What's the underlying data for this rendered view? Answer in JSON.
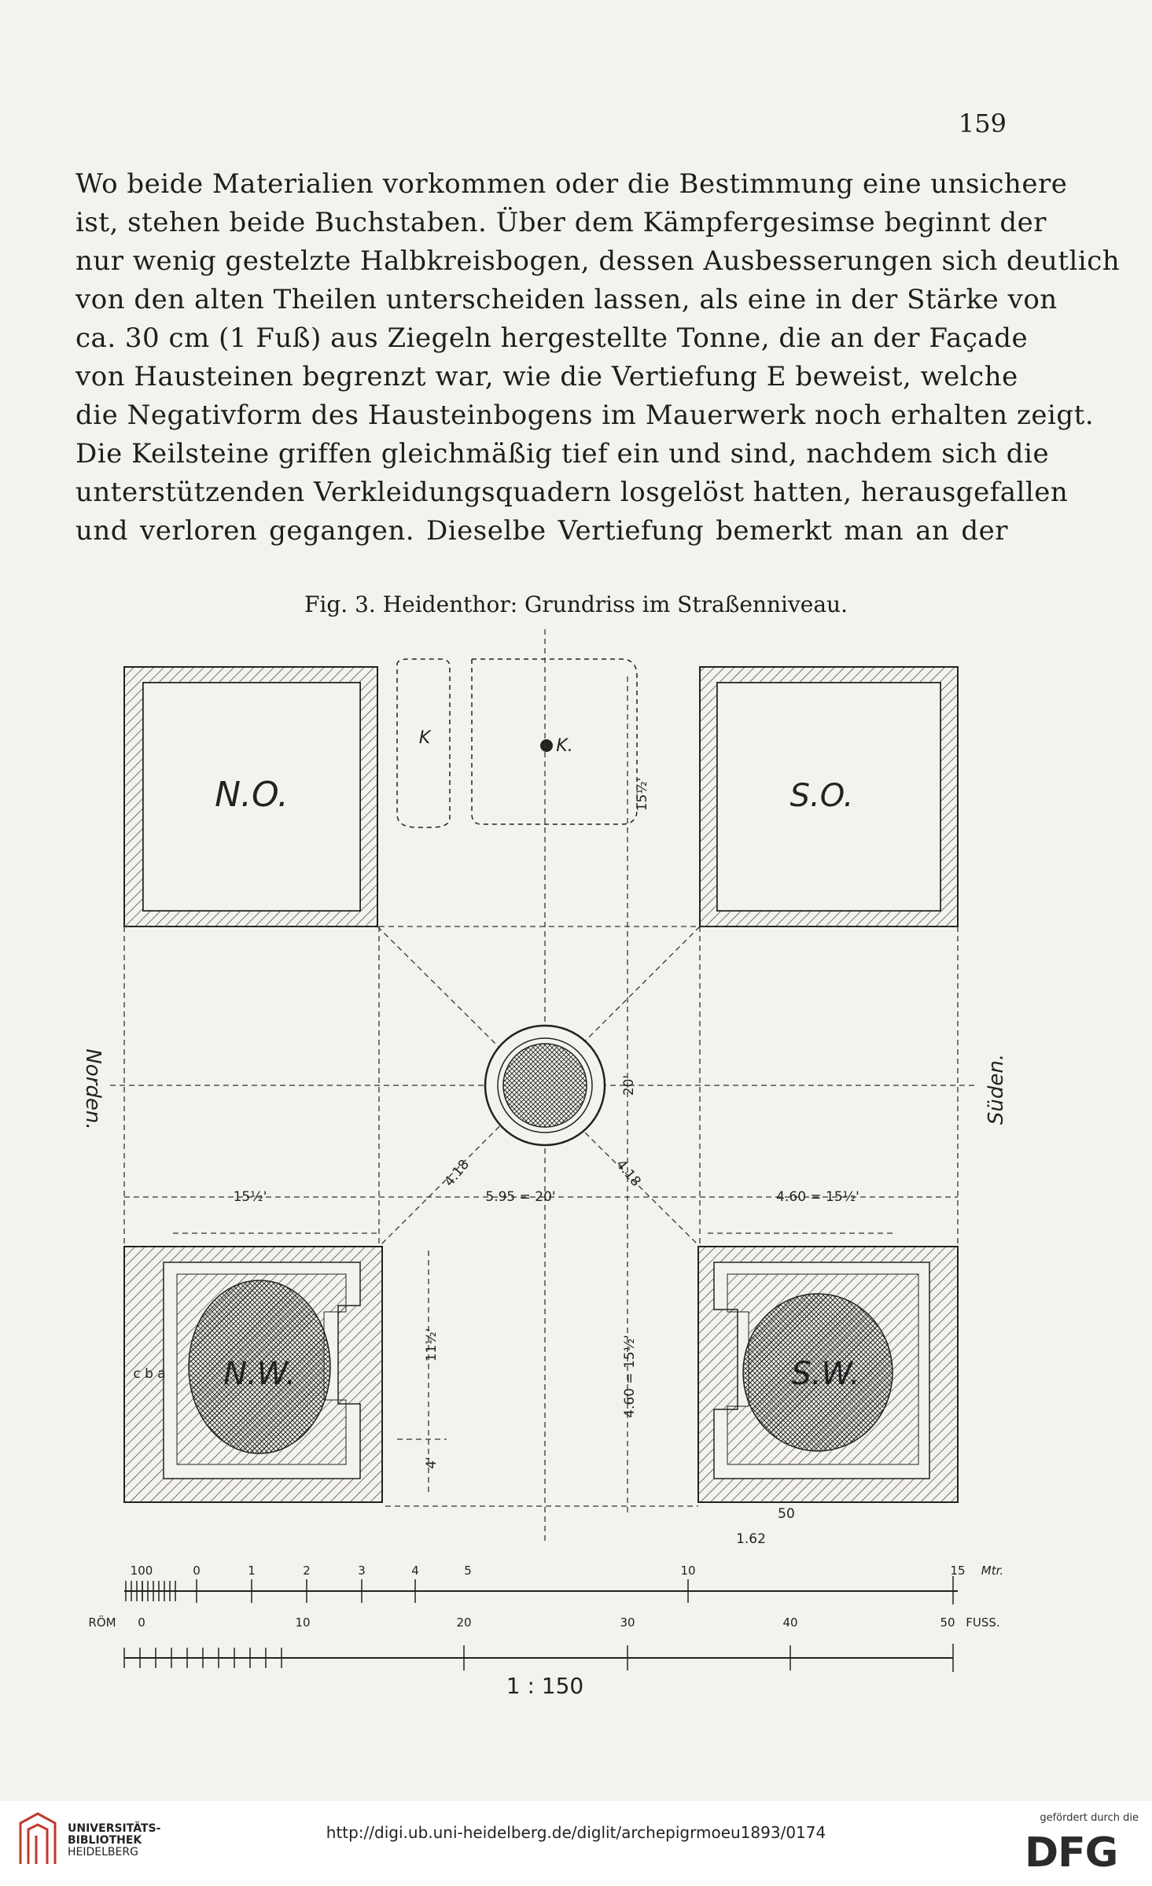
{
  "page_number": "159",
  "body_lines": [
    "Wo beide Materialien vorkommen oder die Bestimmung eine unsichere",
    "ist, stehen beide Buchstaben. Über dem Kämpfergesimse beginnt der",
    "nur wenig gestelzte Halbkreisbogen, dessen Ausbesserungen sich deutlich",
    "von den alten Theilen unterscheiden lassen, als eine in der Stärke von",
    "ca. 30 cm (1 Fuß) aus Ziegeln hergestellte Tonne, die an der Façade",
    "von Hausteinen begrenzt war, wie die Vertiefung E beweist, welche",
    "die Negativform des Hausteinbogens im Mauerwerk noch erhalten zeigt.",
    "Die Keilsteine griffen gleichmäßig tief ein und sind, nachdem sich die",
    "unterstützenden Verkleidungsquadern losgelöst hatten, herausgefallen",
    "und verloren gegangen. Dieselbe Vertiefung bemerkt man an der"
  ],
  "figure": {
    "caption": "Fig. 3. Heidenthor: Grundriss im Straßenniveau.",
    "pier_labels": {
      "no": "N.O.",
      "so": "S.O.",
      "nw": "N.W.",
      "sw": "S.W."
    },
    "k_labels": [
      "K",
      "K."
    ],
    "side_labels": {
      "left": "Norden.",
      "right": "Süden."
    },
    "dims": {
      "left_span": "15½'",
      "center_span": "5.95 = 20'",
      "right_span": "4.60 = 15½'",
      "vertical_center": "20'",
      "diag_left": "4.18",
      "diag_right": "4.18",
      "top_inner": "15½'",
      "pier_vert_1": "11½'",
      "pier_vert_2": "4'",
      "pier_vert_3": "4.60 = 15½'",
      "bottom_small": "50",
      "bottom_span": "1.62",
      "side_marks": "c b a"
    },
    "scale_metric": {
      "unit": "Mtr.",
      "labels": [
        "100",
        "0",
        "1",
        "2",
        "3",
        "4",
        "5",
        "10",
        "15"
      ]
    },
    "scale_roman": {
      "prefix": "RÖM",
      "unit": "FUSS.",
      "labels": [
        "0",
        "10",
        "20",
        "30",
        "40",
        "50"
      ]
    },
    "ratio": "1 : 150"
  },
  "footer": {
    "library_line1": "UNIVERSITÄTS-",
    "library_line2": "BIBLIOTHEK",
    "library_line3": "HEIDELBERG",
    "url": "http://digi.ub.uni-heidelberg.de/diglit/archepigrmoeu1893/0174",
    "funded_by": "gefördert durch die",
    "funder": "DFG"
  }
}
